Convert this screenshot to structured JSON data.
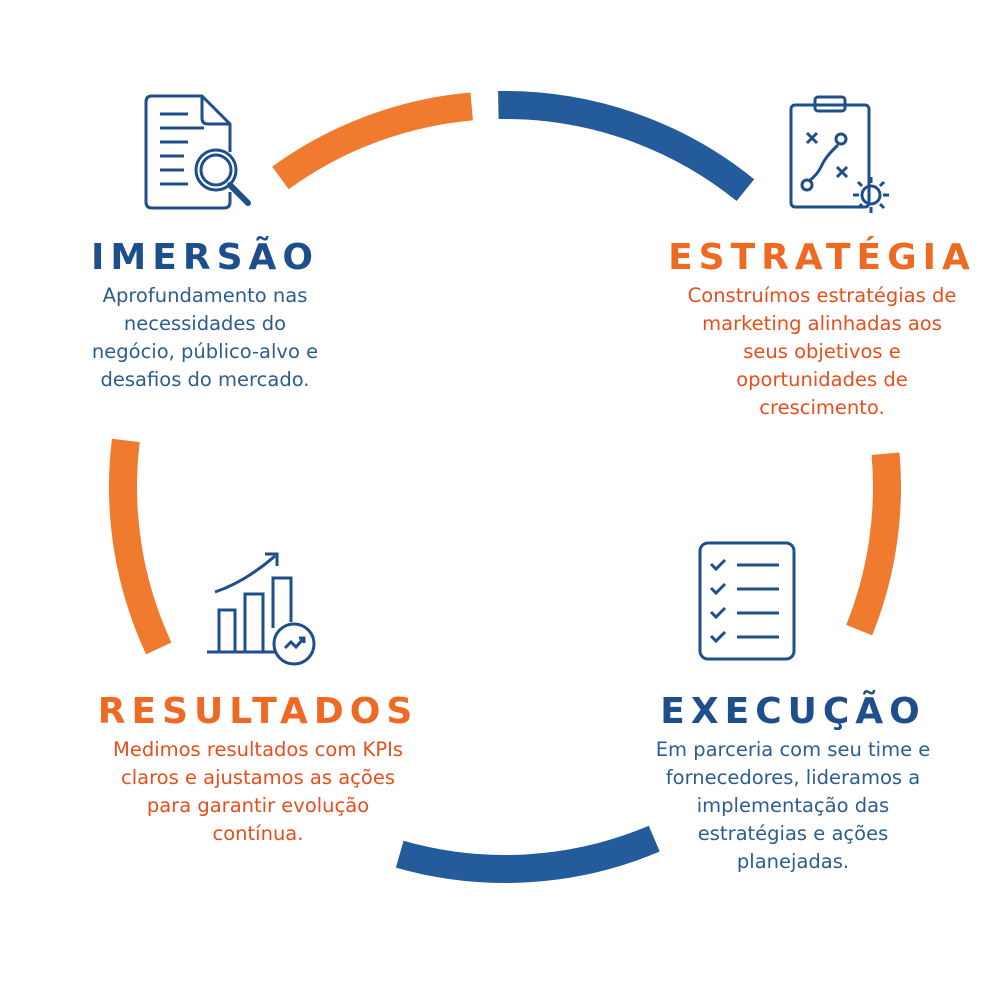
{
  "colors": {
    "blue": "#245b9a",
    "orange": "#f07a2e",
    "blue_text": "#1f4e8c",
    "orange_text": "#ee6a22"
  },
  "steps": [
    {
      "title": "IMERSÃO",
      "icon": "document-search-icon",
      "lines": [
        "Aprofundamento nas",
        "necessidades do",
        "negócio, público-alvo e",
        "desafios do mercado."
      ]
    },
    {
      "title": "ESTRATÉGIA",
      "icon": "clipboard-strategy-icon",
      "lines": [
        "Construímos estratégias de",
        "marketing alinhadas aos",
        "seus objetivos e",
        "oportunidades de",
        "crescimento."
      ]
    },
    {
      "title": "EXECUÇÃO",
      "icon": "checklist-icon",
      "lines": [
        "Em parceria com seu time e",
        "fornecedores, lideramos a",
        "implementação das",
        "estratégias e ações",
        "planejadas."
      ]
    },
    {
      "title": "RESULTADOS",
      "icon": "growth-chart-icon",
      "lines": [
        "Medimos resultados com KPIs",
        "claros e ajustamos as ações",
        "para garantir evolução",
        "contínua."
      ]
    }
  ]
}
